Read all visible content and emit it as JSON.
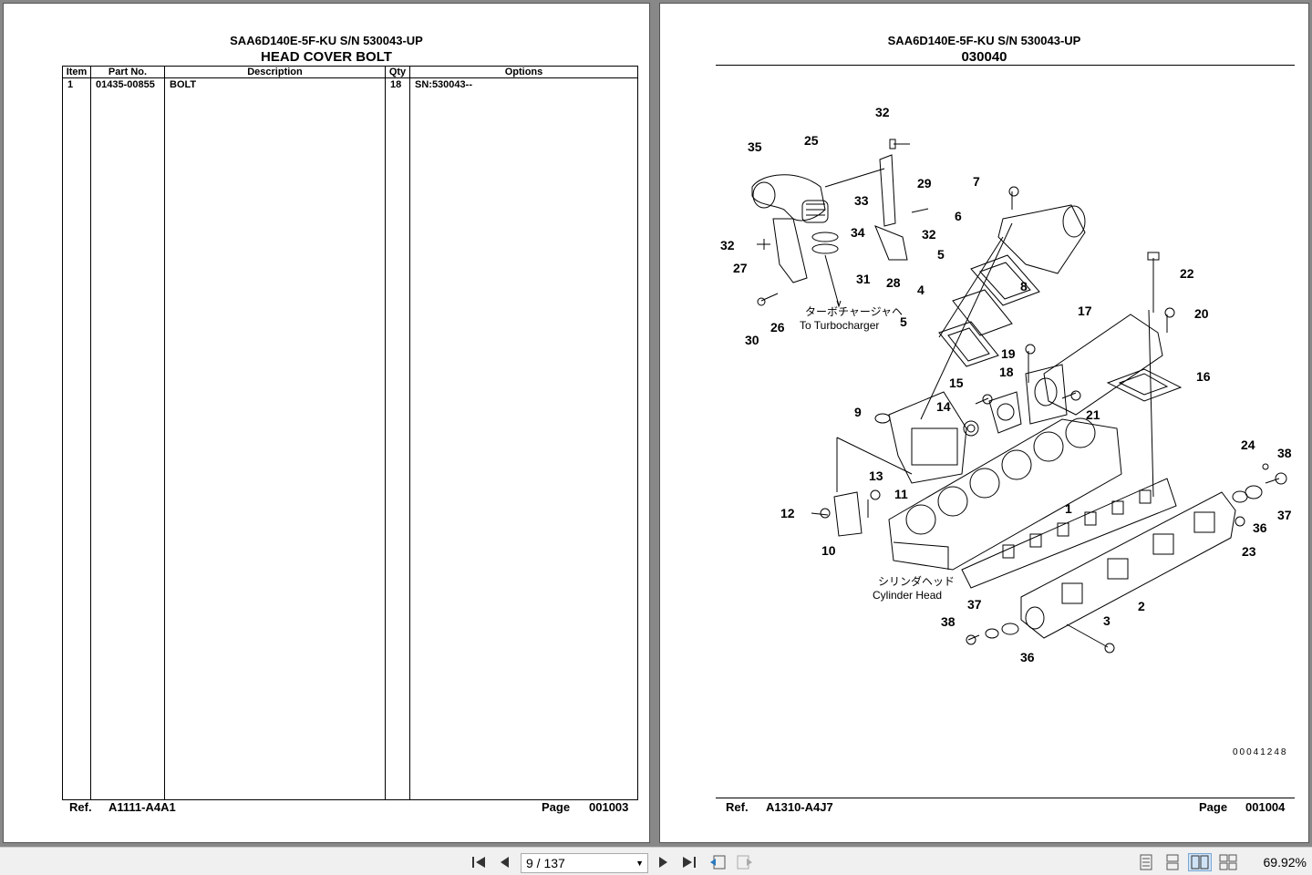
{
  "left_page": {
    "model": "SAA6D140E-5F-KU S/N 530043-UP",
    "title": "HEAD COVER BOLT",
    "columns": [
      "Item",
      "Part No.",
      "Description",
      "Qty",
      "Options"
    ],
    "rows": [
      {
        "item": "1",
        "part_no": "01435-00855",
        "description": "BOLT",
        "qty": "18",
        "options": "SN:530043--"
      }
    ],
    "ref_label": "Ref.",
    "ref_value": "A1111-A4A1",
    "page_label": "Page",
    "page_value": "001003"
  },
  "right_page": {
    "model": "SAA6D140E-5F-KU S/N 530043-UP",
    "title": "030040",
    "ref_label": "Ref.",
    "ref_value": "A1310-A4J7",
    "page_label": "Page",
    "page_value": "001004",
    "drawing_number": "00041248",
    "annotations": {
      "turbo_jp": "ターボチャージャヘ",
      "turbo_en": "To Turbocharger",
      "head_jp": "シリンダヘッド",
      "head_en": "Cylinder Head"
    },
    "callouts": [
      "32",
      "35",
      "25",
      "29",
      "7",
      "6",
      "33",
      "34",
      "32",
      "32",
      "27",
      "31",
      "28",
      "5",
      "8",
      "4",
      "30",
      "26",
      "5",
      "22",
      "17",
      "20",
      "19",
      "15",
      "18",
      "16",
      "14",
      "21",
      "9",
      "13",
      "24",
      "38",
      "11",
      "12",
      "10",
      "1",
      "37",
      "36",
      "23",
      "37",
      "2",
      "38",
      "3",
      "36"
    ]
  },
  "viewer": {
    "page_indicator": "9 / 137",
    "zoom": "69.92%"
  }
}
